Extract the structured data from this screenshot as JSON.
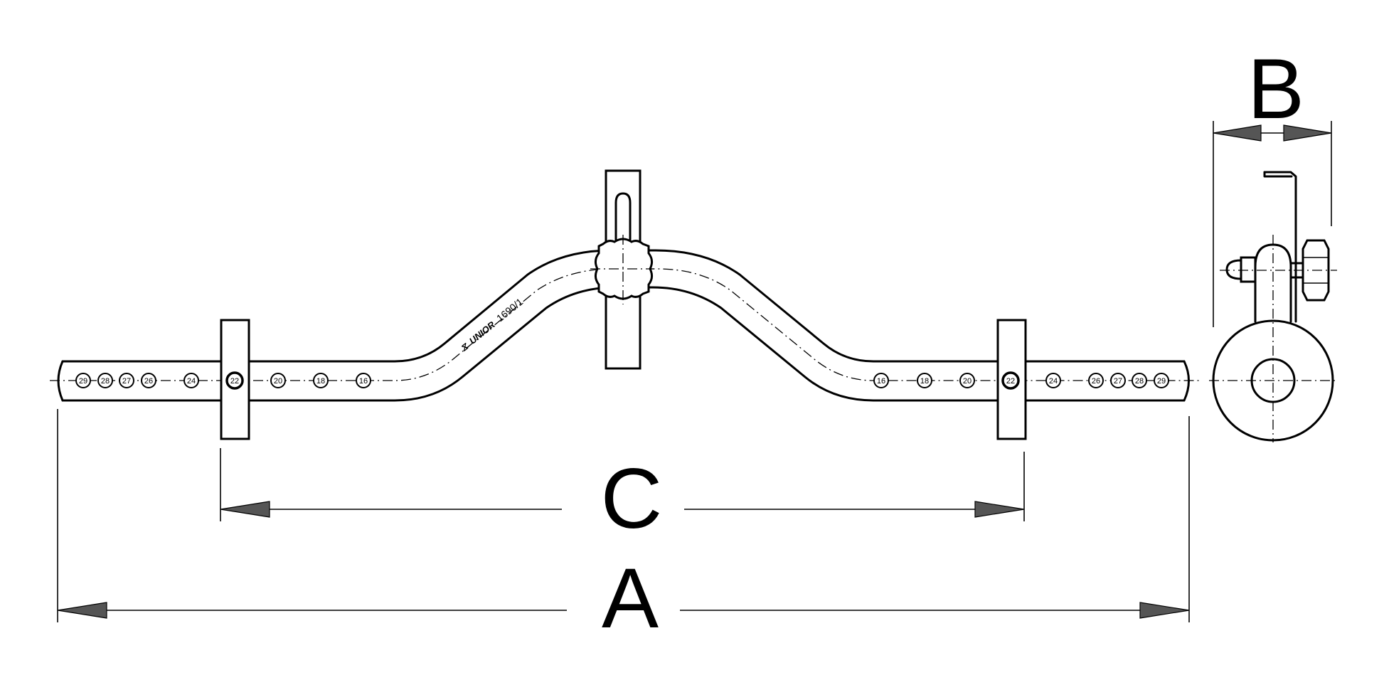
{
  "dimensions": {
    "a_label": "A",
    "b_label": "B",
    "c_label": "C"
  },
  "tool": {
    "brand": "UNIOR",
    "model": "1690/1"
  },
  "holes_left": [
    "29",
    "28",
    "27",
    "26",
    "24",
    "22",
    "20",
    "18",
    "16"
  ],
  "holes_right": [
    "16",
    "18",
    "20",
    "22",
    "24",
    "26",
    "27",
    "28",
    "29"
  ],
  "colors": {
    "line": "#000000",
    "arrow_fill": "#555555",
    "background": "#ffffff"
  }
}
